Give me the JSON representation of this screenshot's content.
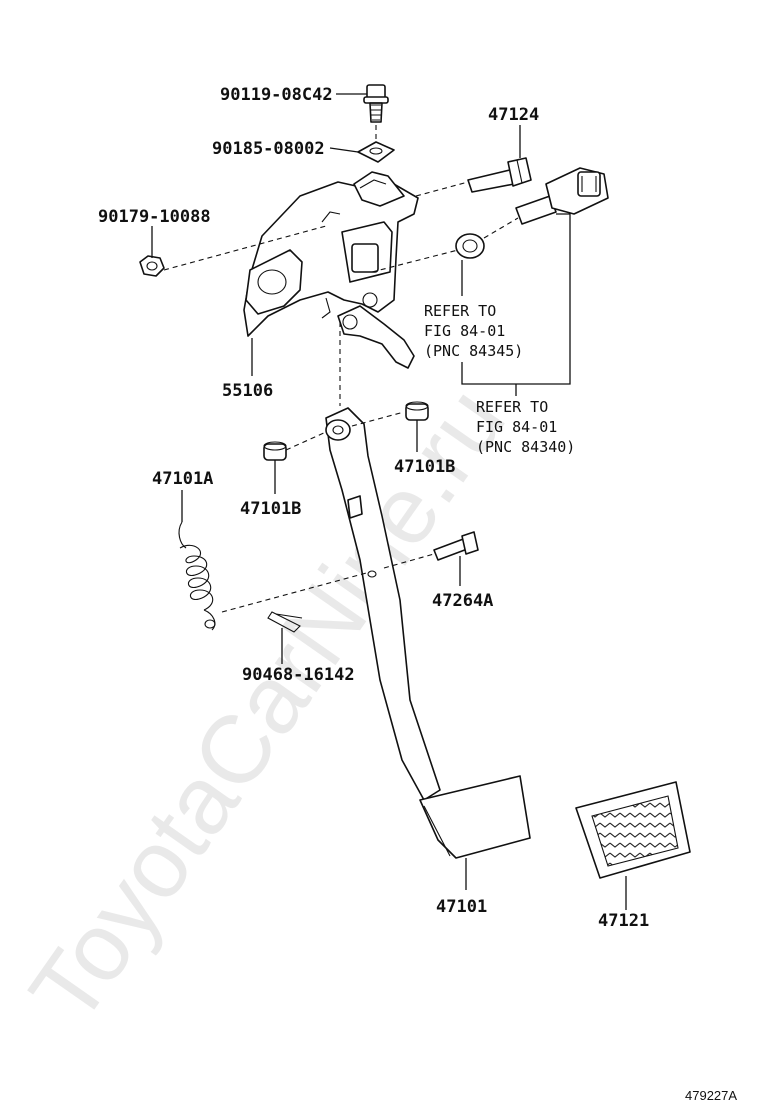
{
  "watermark": "ToyotaCarNine.ru",
  "figure_number": "479227A",
  "parts": {
    "bolt": "90119-08C42",
    "washer_plate": "90185-08002",
    "nut": "90179-10088",
    "pin_bolt": "47124",
    "bracket": "55106",
    "bushing_upper": "47101B",
    "bushing_lower": "47101B",
    "spring": "47101A",
    "clevis_pin": "47264A",
    "clip": "90468-16142",
    "pedal": "47101",
    "pedal_pad": "47121"
  },
  "references": {
    "ref1": {
      "line1": "REFER TO",
      "line2": "FIG 84-01",
      "line3": "(PNC 84345)"
    },
    "ref2": {
      "line1": "REFER TO",
      "line2": "FIG 84-01",
      "line3": "(PNC 84340)"
    }
  }
}
